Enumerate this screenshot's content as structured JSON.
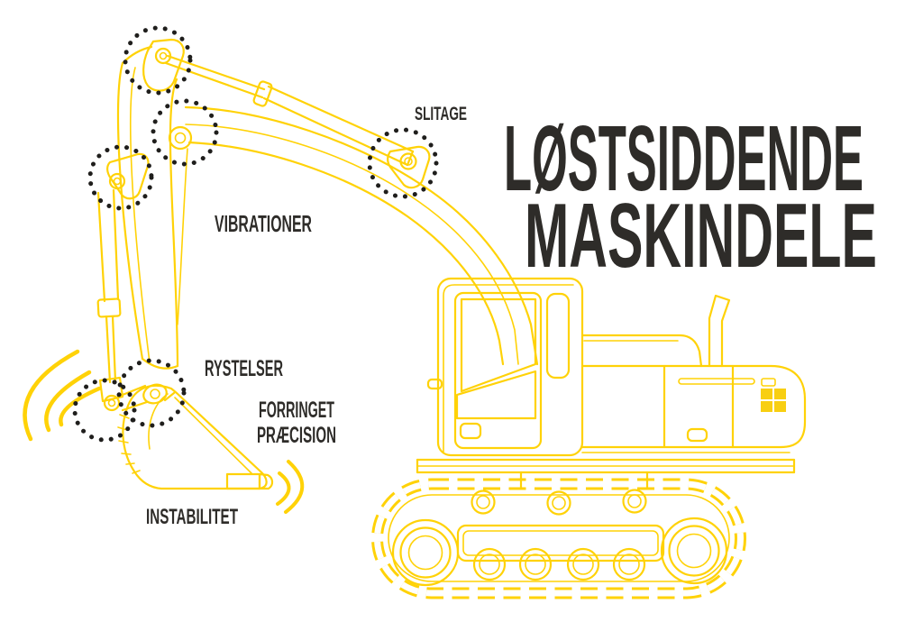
{
  "title": {
    "line1": "LØSTSIDDENDE",
    "line2": "MASKINDELE"
  },
  "labels": {
    "slitage": "SLITAGE",
    "vibrationer": "VIBRATIONER",
    "rystelser": "RYSTELSER",
    "forringet_line1": "FORRINGET",
    "forringet_line2": "PRÆCISION",
    "instabilitet": "INSTABILITET"
  },
  "colors": {
    "machine_outline_yellow": "#FFD207",
    "text_ink": "#2E2C29",
    "marker_dots": "#1F1E1C",
    "background": "#FFFFFF"
  },
  "icons": {
    "dotted_circle_markers": "joint-highlight-circle-icon",
    "vibration_waves": "vibration-wave-icon"
  },
  "figure": {
    "subject": "excavator line illustration",
    "marked_joints": 6
  }
}
